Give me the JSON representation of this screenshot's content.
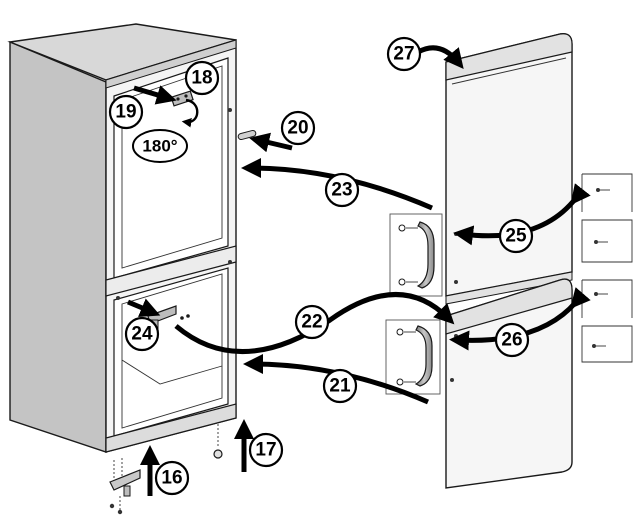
{
  "callouts": {
    "c16": "16",
    "c17": "17",
    "c18": "18",
    "c19": "19",
    "c20": "20",
    "c21": "21",
    "c22": "22",
    "c23": "23",
    "c24": "24",
    "c25": "25",
    "c26": "26",
    "c27": "27"
  },
  "rotation_label": "180°",
  "colors": {
    "line": "#1a1a1a",
    "cabinet_side": "#bfbfbf",
    "cabinet_top": "#d4d4d4",
    "handle": "#9a9a9a"
  }
}
